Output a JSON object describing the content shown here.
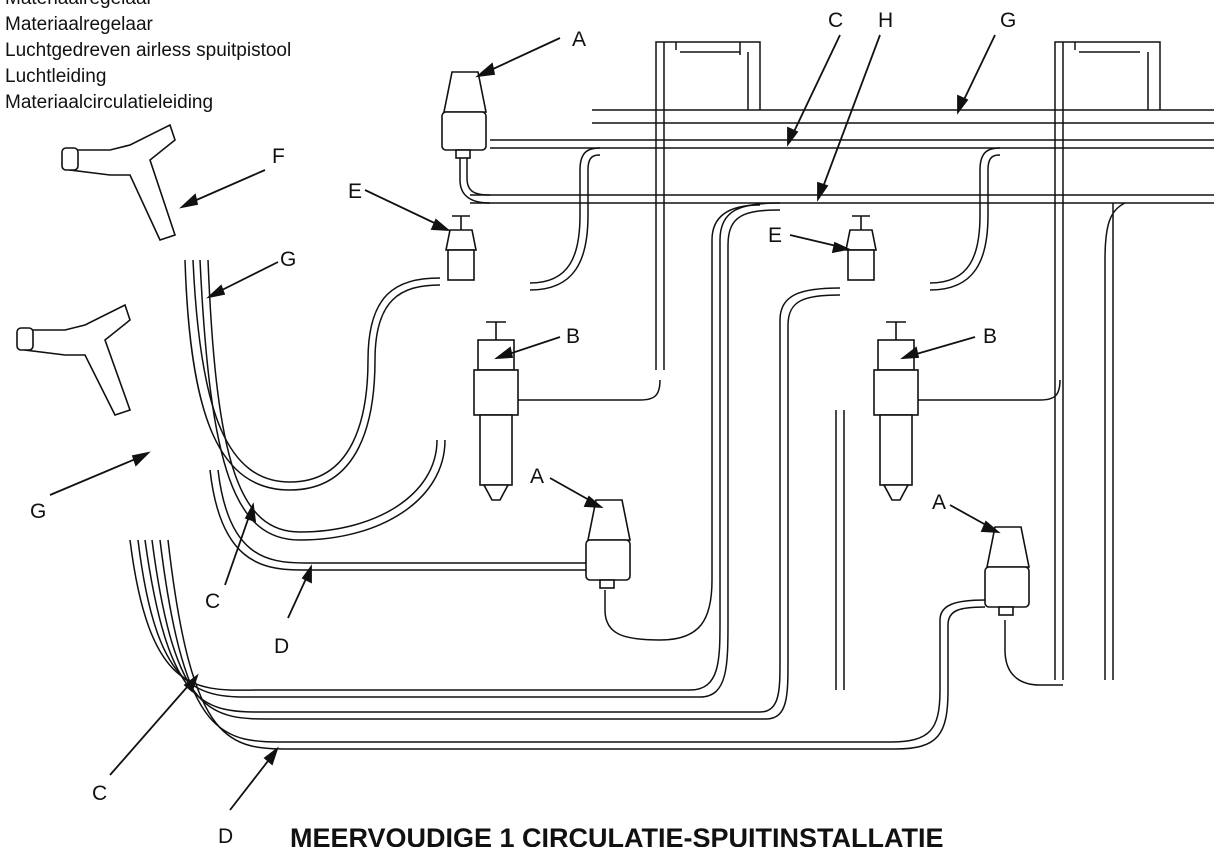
{
  "legend": {
    "items": [
      "Materiaalregelaar",
      "Materiaalregelaar",
      "Luchtgedreven airless spuitpistool",
      "Luchtleiding",
      "Materiaalcirculatieleiding"
    ]
  },
  "callouts": {
    "a_top": "A",
    "c_top": "C",
    "h_top": "H",
    "g_top": "G",
    "f": "F",
    "e_left": "E",
    "e_right": "E",
    "g_mid": "G",
    "b_left": "B",
    "b_right": "B",
    "a_mid": "A",
    "a_right": "A",
    "g_left": "G",
    "c_mid": "C",
    "d_mid": "D",
    "c_low": "C",
    "d_low": "D"
  },
  "title": "MEERVOUDIGE 1 CIRCULATIE-SPUITINSTALLATIE",
  "colors": {
    "line": "#111111",
    "background": "#ffffff"
  }
}
